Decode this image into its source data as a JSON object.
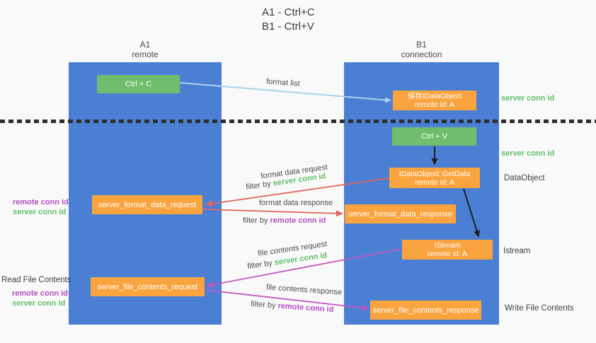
{
  "title": {
    "line1": "A1 - Ctrl+C",
    "line2": "B1 - Ctrl+V"
  },
  "columns": {
    "left": {
      "name": "A1",
      "subtitle": "remote"
    },
    "right": {
      "name": "B1",
      "subtitle": "connection"
    }
  },
  "nodes": {
    "ctrl_c": {
      "label": "Ctrl + C"
    },
    "save_idataobject": {
      "line1": "保存IDataObject",
      "line2": "remote id: A"
    },
    "ctrl_v": {
      "label": "Ctrl + V"
    },
    "getdata": {
      "line1": "IDataObject::GetData",
      "line2": "remote id: A"
    },
    "format_request": {
      "label": "server_format_data_request"
    },
    "format_response": {
      "label": "server_format_data_response"
    },
    "istream": {
      "line1": "IStream",
      "line2": "remote id: A"
    },
    "file_request": {
      "label": "server_file_contents_request"
    },
    "file_response": {
      "label": "server_file_contents_response"
    }
  },
  "arrow_labels": {
    "format_list": "format list",
    "format_data_request": "format data request",
    "format_data_response": "format data response",
    "file_contents_request": "file contents request",
    "file_contents_response": "file contents response",
    "filter_by": "filter by",
    "server_conn_id": "server conn id",
    "remote_conn_id": "remote conn id"
  },
  "side_labels": {
    "server_conn_id": "server conn id",
    "remote_conn_id": "remote conn id",
    "dataobject": "DataObject",
    "istream": "Istream",
    "read_file_contents": "Read File Contents",
    "write_file_contents": "Write File Contents"
  },
  "colors": {
    "background": "#f9f9f9",
    "column_blue": "#4a7fd3",
    "node_green": "#6ebe6e",
    "node_orange": "#f9a43f",
    "arrow_lightblue": "#a9d3ee",
    "arrow_red": "#e3655c",
    "arrow_purple": "#c257c1",
    "arrow_black": "#1f1f1f",
    "label_green": "#5fbf68",
    "label_purple": "#b14fc1",
    "divider_black": "#2d2d2d"
  }
}
